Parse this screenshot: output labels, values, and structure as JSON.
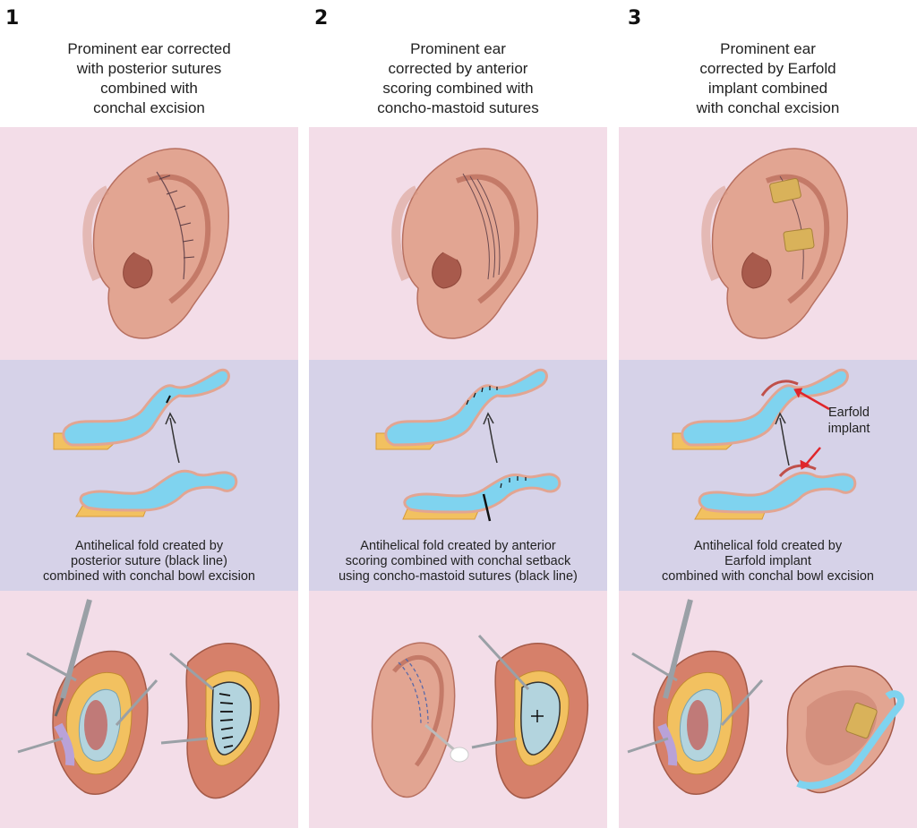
{
  "panels": [
    {
      "number": "1",
      "title_lines": [
        "Prominent ear corrected",
        "with posterior sutures",
        "combined with",
        "conchal excision"
      ],
      "caption_lines": [
        "Antihelical fold created by",
        "posterior suture (black line)",
        "combined with conchal bowl excision"
      ]
    },
    {
      "number": "2",
      "title_lines": [
        "Prominent ear",
        "corrected by anterior",
        "scoring combined with",
        "concho-mastoid sutures"
      ],
      "caption_lines": [
        "Antihelical fold created by anterior",
        "scoring combined with conchal setback",
        "using concho-mastoid sutures (black line)"
      ]
    },
    {
      "number": "3",
      "title_lines": [
        "Prominent ear",
        "corrected by Earfold",
        "implant combined",
        "with conchal excision"
      ],
      "caption_lines": [
        "Antihelical fold created by",
        "Earfold implant",
        "combined with conchal bowl excision"
      ],
      "implant_label_lines": [
        "Earfold",
        "implant"
      ]
    }
  ],
  "colors": {
    "pink_band": "#f3dde8",
    "blue_band": "#d6d2e8",
    "skin": "#e2a592",
    "cartilage": "#7fd3ef",
    "fat": "#f2c160",
    "implant": "#d9b25a",
    "arrow_red": "#e0262b"
  }
}
